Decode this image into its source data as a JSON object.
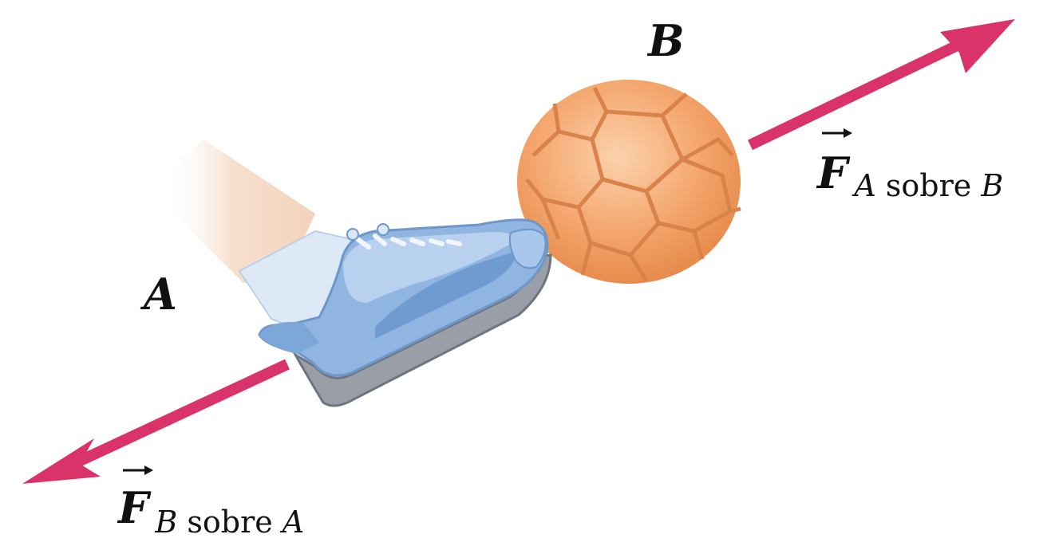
{
  "diagram": {
    "object_a_label": "A",
    "object_b_label": "B",
    "force_on_b": {
      "symbol": "F",
      "subscript_1": "A",
      "subscript_mid": " sobre ",
      "subscript_2": "B"
    },
    "force_on_a": {
      "symbol": "F",
      "subscript_1": "B",
      "subscript_mid": " sobre ",
      "subscript_2": "A"
    },
    "colors": {
      "arrow": "#d9336a",
      "ball": "#f3a46a",
      "ball_seams": "#d9824a",
      "shoe": "#8fb5e0",
      "sole": "#9a9ea6",
      "leg": "#f6dcc8"
    }
  }
}
